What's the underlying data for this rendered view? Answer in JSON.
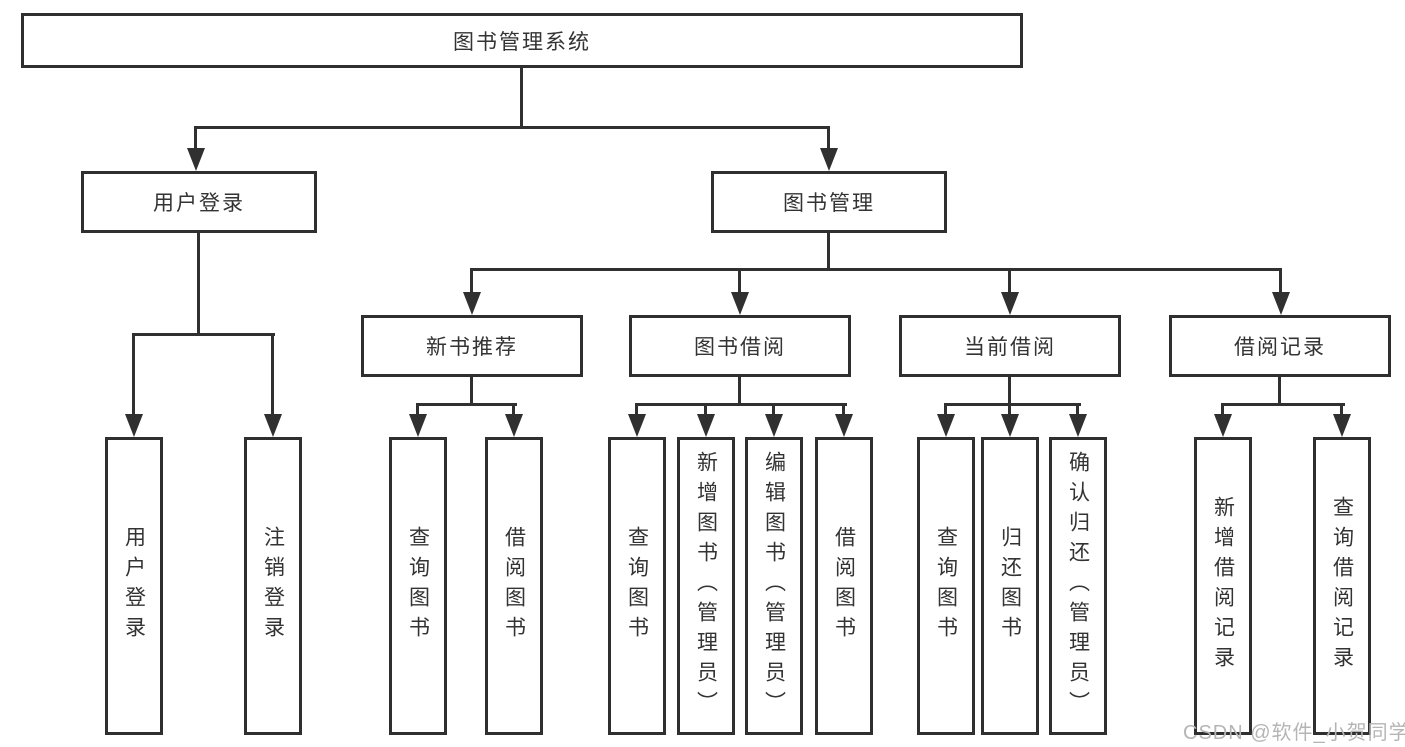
{
  "tree": {
    "label": "图书管理系统",
    "children": [
      {
        "label": "用户登录",
        "children": [
          {
            "label": "用户登录"
          },
          {
            "label": "注销登录"
          }
        ]
      },
      {
        "label": "图书管理",
        "children": [
          {
            "label": "新书推荐",
            "children": [
              {
                "label": "查询图书"
              },
              {
                "label": "借阅图书"
              }
            ]
          },
          {
            "label": "图书借阅",
            "children": [
              {
                "label": "查询图书"
              },
              {
                "label": "新增图书（管理员）"
              },
              {
                "label": "编辑图书（管理员）"
              },
              {
                "label": "借阅图书"
              }
            ]
          },
          {
            "label": "当前借阅",
            "children": [
              {
                "label": "查询图书"
              },
              {
                "label": "归还图书"
              },
              {
                "label": "确认归还（管理员）"
              }
            ]
          },
          {
            "label": "借阅记录",
            "children": [
              {
                "label": "新增借阅记录"
              },
              {
                "label": "查询借阅记录"
              }
            ]
          }
        ]
      }
    ]
  },
  "watermark": {
    "text": "CSDN @软件_小贺同学",
    "color": "#b5b5b5"
  },
  "colors": {
    "line": "#303030",
    "box_border": "#2f2f2f",
    "box_fill": "#ffffff",
    "text": "#333333",
    "background": "#ffffff"
  }
}
